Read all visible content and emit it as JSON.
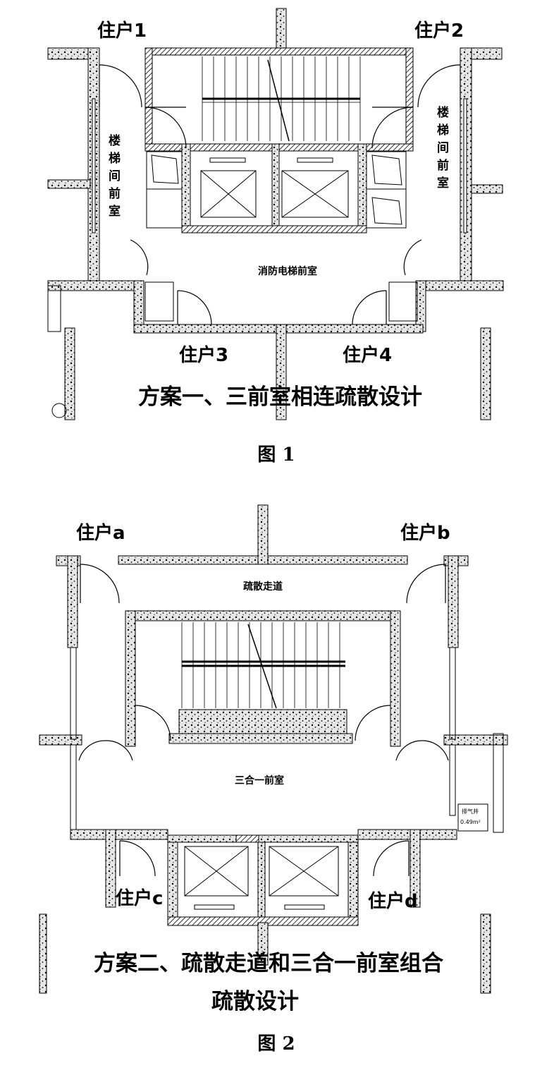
{
  "figure1": {
    "units": [
      "住户1",
      "住户2",
      "住户3",
      "住户4"
    ],
    "stair_anteroom_label": "楼梯间前室",
    "fire_elevator_anteroom": "消防电梯前室",
    "caption": "方案一、三前室相连疏散设计",
    "figure_label": "图 1"
  },
  "figure2": {
    "units": [
      "住户a",
      "住户b",
      "住户c",
      "住户d"
    ],
    "corridor": "疏散走道",
    "combined_anteroom": "三合一前室",
    "shaft_label": "排气井",
    "shaft_area": "0.49m²",
    "caption_line1": "方案二、疏散走道和三合一前室组合",
    "caption_line2": "疏散设计",
    "figure_label": "图 2"
  }
}
